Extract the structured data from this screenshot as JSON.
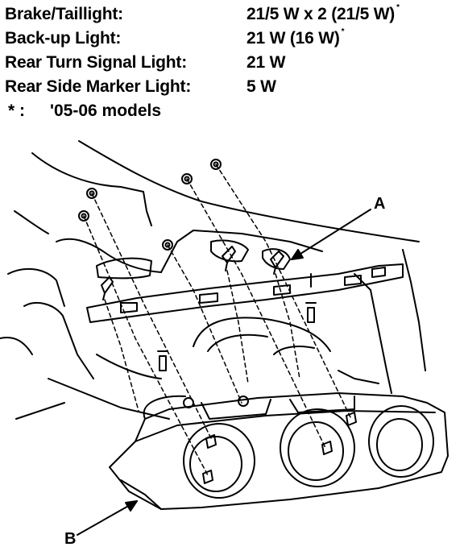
{
  "specs": [
    {
      "label": "Brake/Taillight:",
      "value": "21/5 W x 2 (21/5 W)",
      "mark": "*"
    },
    {
      "label": "Back-up Light:",
      "value": "21 W (16 W)",
      "mark": "*"
    },
    {
      "label": "Rear Turn Signal Light:",
      "value": "21 W",
      "mark": ""
    },
    {
      "label": "Rear Side Marker Light:",
      "value": "5 W",
      "mark": ""
    }
  ],
  "footnote": {
    "symbol": "* :",
    "text": "'05-06 models"
  },
  "callouts": {
    "a": "A",
    "b": "B"
  }
}
